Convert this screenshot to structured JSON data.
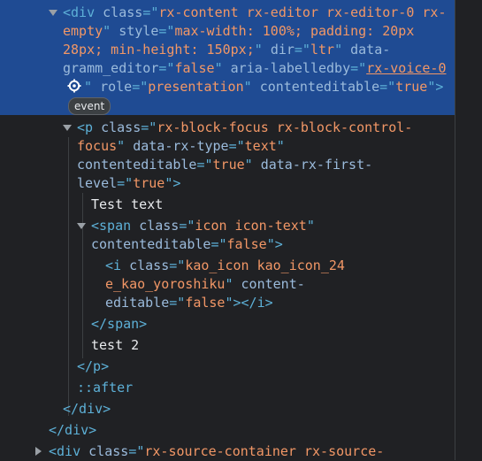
{
  "lines": {
    "l1": [
      "<div ",
      "class",
      "=\"",
      "rx-content rx-editor rx-editor-0 rx-"
    ],
    "l2": [
      "empty",
      "\" ",
      "style",
      "=\"",
      "max-width: 100%; padding: 20px"
    ],
    "l3": [
      "28px; min-height: 150px;",
      "\" ",
      "dir",
      "=\"",
      "ltr",
      "\" ",
      "data-"
    ],
    "l4": [
      "gramm_editor",
      "=\"",
      "false",
      "\" ",
      "aria-labelledby",
      "=\"",
      "rx-voice-0"
    ],
    "l5": [
      "\" ",
      "role",
      "=\"",
      "presentation",
      "\" ",
      "contenteditable",
      "=\"",
      "true",
      "\">"
    ],
    "l6": [
      "<p ",
      "class",
      "=\"",
      "rx-block-focus rx-block-control-"
    ],
    "l7": [
      "focus",
      "\" ",
      "data-rx-type",
      "=\"",
      "text",
      "\""
    ],
    "l8": [
      "contenteditable",
      "=\"",
      "true",
      "\" ",
      "data-rx-first-"
    ],
    "l9": [
      "level",
      "=\"",
      "true",
      "\">"
    ],
    "l10": [
      "Test text"
    ],
    "l11": [
      "<span ",
      "class",
      "=\"",
      "icon icon-text",
      "\""
    ],
    "l12": [
      "contenteditable",
      "=\"",
      "false",
      "\">"
    ],
    "l13": [
      "<i ",
      "class",
      "=\"",
      "kao_icon kao_icon_24"
    ],
    "l14": [
      "e_kao_yoroshiku",
      "\" ",
      "content-"
    ],
    "l15": [
      "editable",
      "=\"",
      "false",
      "\"></i>"
    ],
    "l16": [
      "</span>"
    ],
    "l17": [
      "test 2"
    ],
    "l18": [
      "</p>"
    ],
    "l19": [
      "::after"
    ],
    "l20": [
      "</div>"
    ],
    "l21": [
      "</div>"
    ],
    "l22": [
      "<div ",
      "class",
      "=\"",
      "rx-source-container rx-source-"
    ]
  },
  "badge": "event",
  "icons": {
    "gear": "gear-icon",
    "expand": "triangle-down-icon",
    "collapse": "triangle-right-icon"
  },
  "colors": {
    "selection": "#1f4b93",
    "tag": "#5db0d7",
    "attr_name": "#9bbbdc",
    "attr_value": "#f29766",
    "background": "#202124"
  }
}
